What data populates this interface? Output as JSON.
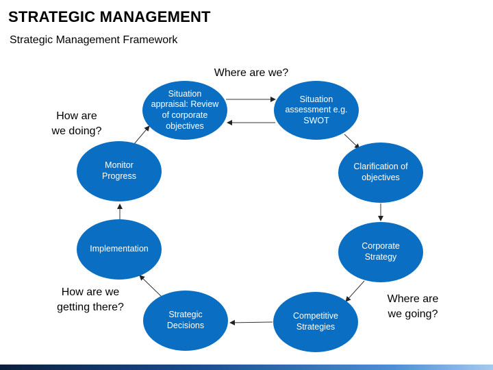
{
  "header": {
    "title": "STRATEGIC MANAGEMENT",
    "subtitle": "Strategic Management Framework"
  },
  "nodes": {
    "situation_appraisal": "Situation\nappraisal: Review\nof corporate\nobjectives",
    "situation_assessment": "Situation\nassessment e.g.\nSWOT",
    "clarification": "Clarification of\nobjectives",
    "corporate_strategy": "Corporate\nStrategy",
    "competitive_strategies": "Competitive\nStrategies",
    "strategic_decisions": "Strategic\nDecisions",
    "implementation": "Implementation",
    "monitor_progress": "Monitor\nProgress"
  },
  "questions": {
    "where_are_we": "Where are we?",
    "how_are_we_doing": "How are\nwe doing?",
    "how_are_we_getting_there": "How are we\ngetting there?",
    "where_are_we_going": "Where are\nwe going?"
  },
  "colors": {
    "node_fill": "#0a6fc2",
    "node_text": "#ffffff",
    "bottom_bar_start": "#0b1f3a",
    "bottom_bar_end": "#a7c9ee"
  }
}
